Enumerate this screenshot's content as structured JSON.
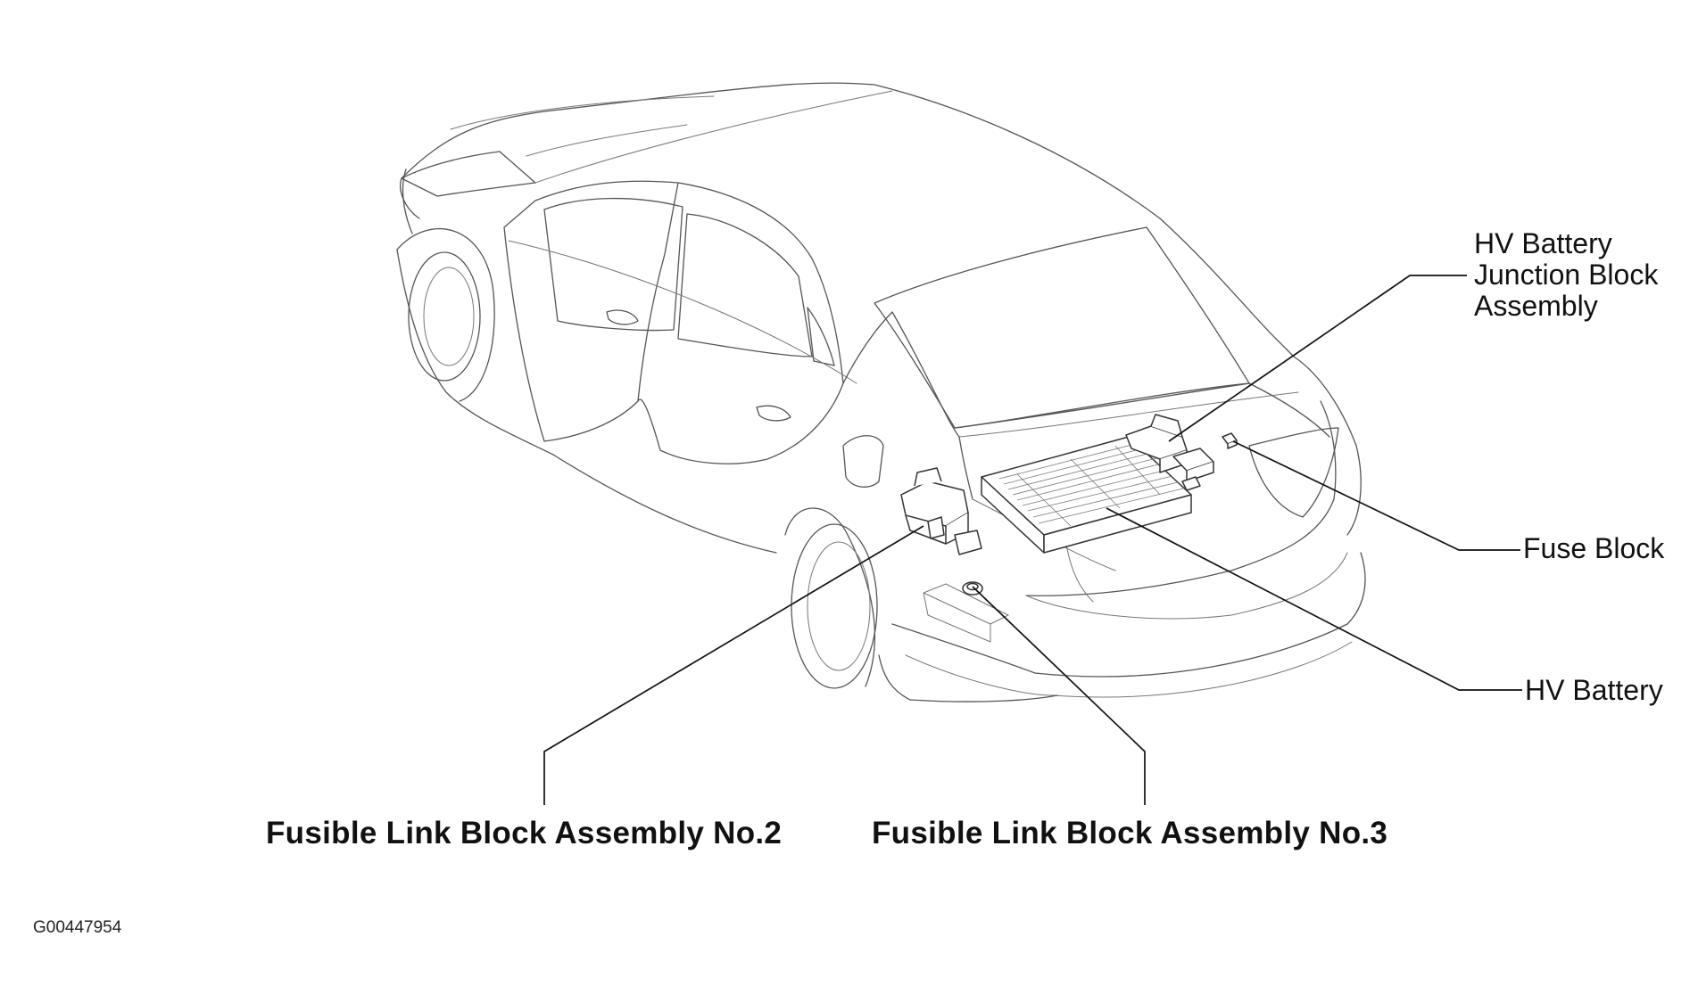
{
  "labels": {
    "hv_battery_junction_block": [
      "HV Battery",
      "Junction Block",
      "Assembly"
    ],
    "fuse_block": "Fuse Block",
    "hv_battery": "HV Battery",
    "fusible_link_2": "Fusible Link Block Assembly No.2",
    "fusible_link_3": "Fusible Link Block Assembly No.3",
    "figure_id": "G00447954"
  },
  "style": {
    "line_color": "#111111",
    "car_outline_color": "#555555"
  }
}
